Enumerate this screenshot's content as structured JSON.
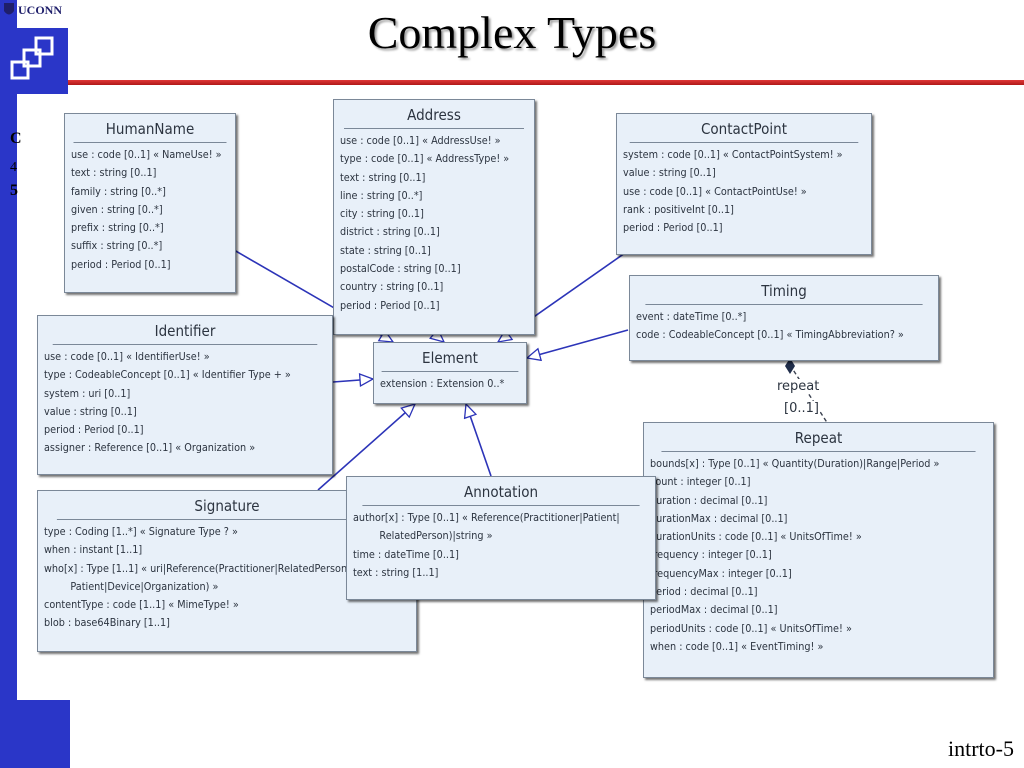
{
  "header": {
    "logo_text": "UCONN",
    "title": "Complex Types",
    "peek_lines": [
      "C",
      "4",
      "5"
    ]
  },
  "footer": {
    "label": "intrto-5"
  },
  "colors": {
    "sidebar": "#2a36c8",
    "rule": "#d02828",
    "box_fill": "#e8f0f9",
    "connector": "#2c34b8"
  },
  "classes": {
    "humanname": {
      "title": "HumanName",
      "attrs": [
        "use : code [0..1] « NameUse! »",
        "text : string [0..1]",
        "family : string [0..*]",
        "given : string [0..*]",
        "prefix : string [0..*]",
        "suffix : string [0..*]",
        "period : Period [0..1]"
      ]
    },
    "address": {
      "title": "Address",
      "attrs": [
        "use : code [0..1] « AddressUse! »",
        "type : code [0..1] « AddressType! »",
        "text : string [0..1]",
        "line : string [0..*]",
        "city : string [0..1]",
        "district : string [0..1]",
        "state : string [0..1]",
        "postalCode : string [0..1]",
        "country : string [0..1]",
        "period : Period [0..1]"
      ]
    },
    "contactpoint": {
      "title": "ContactPoint",
      "attrs": [
        "system : code [0..1] « ContactPointSystem! »",
        "value : string [0..1]",
        "use : code [0..1] « ContactPointUse! »",
        "rank : positiveInt [0..1]",
        "period : Period [0..1]"
      ]
    },
    "timing": {
      "title": "Timing",
      "attrs": [
        "event : dateTime [0..*]",
        "code : CodeableConcept [0..1] « TimingAbbreviation? »"
      ]
    },
    "identifier": {
      "title": "Identifier",
      "attrs": [
        "use : code [0..1] « IdentifierUse! »",
        "type : CodeableConcept [0..1] « Identifier Type + »",
        "system : uri [0..1]",
        "value : string [0..1]",
        "period : Period [0..1]",
        "assigner : Reference [0..1] « Organization »"
      ]
    },
    "element": {
      "title": "Element",
      "attrs": [
        "extension : Extension 0..*"
      ]
    },
    "repeat": {
      "title": "Repeat",
      "attrs": [
        "bounds[x] : Type [0..1] « Quantity(Duration)|Range|Period »",
        "count : integer [0..1]",
        "duration : decimal [0..1]",
        "durationMax : decimal [0..1]",
        "durationUnits : code [0..1] « UnitsOfTime! »",
        "frequency : integer [0..1]",
        "frequencyMax : integer [0..1]",
        "period : decimal [0..1]",
        "periodMax : decimal [0..1]",
        "periodUnits : code [0..1] « UnitsOfTime! »",
        "when : code [0..1] « EventTiming! »"
      ]
    },
    "signature": {
      "title": "Signature",
      "attrs": [
        "type : Coding [1..*] « Signature Type ? »",
        "when : instant [1..1]",
        "who[x] : Type [1..1] « uri|Reference(Practitioner|RelatedPerson|",
        "Patient|Device|Organization) »",
        "contentType : code [1..1] « MimeType! »",
        "blob : base64Binary [1..1]"
      ]
    },
    "annotation": {
      "title": "Annotation",
      "attrs": [
        "author[x] : Type [0..1] « Reference(Practitioner|Patient|",
        "RelatedPerson)|string »",
        "time : dateTime [0..1]",
        "text : string [1..1]"
      ]
    }
  },
  "relation": {
    "role": "repeat",
    "multiplicity": "[0..1]"
  }
}
